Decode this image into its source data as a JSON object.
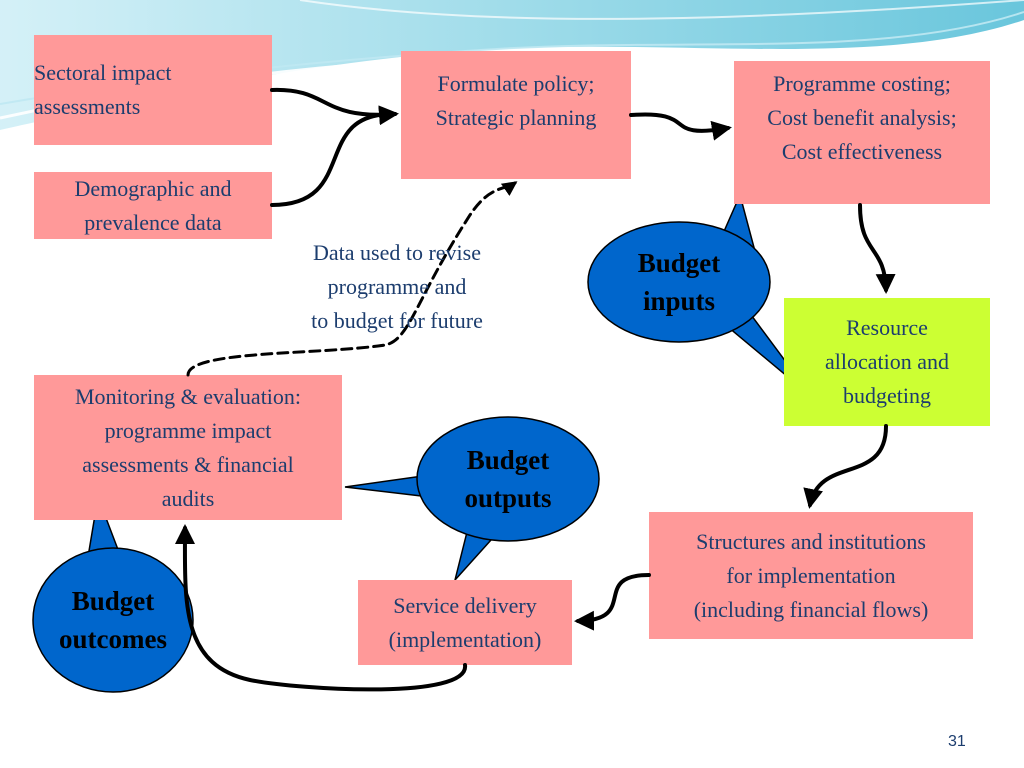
{
  "boxes": {
    "sectoral": "Sectoral impact\nassessments",
    "demographic": "Demographic and\nprevalence data",
    "formulate": "Formulate policy;\nStrategic planning",
    "costing": "Programme costing;\nCost benefit analysis;\nCost effectiveness",
    "resource": "Resource\nallocation and\nbudgeting",
    "structures": "Structures and institutions\nfor implementation\n(including financial flows)",
    "service": "Service delivery\n(implementation)",
    "monitoring": "Monitoring & evaluation:\nprogramme impact\nassessments &  financial\naudits"
  },
  "callouts": {
    "inputs": "Budget\ninputs",
    "outputs": "Budget\noutputs",
    "outcomes": "Budget\noutcomes"
  },
  "feedback_note": "Data used to revise\nprogramme and\nto budget for future",
  "slide_number": "31",
  "colors": {
    "box_fill": "#ff9999",
    "highlight_fill": "#ccff33",
    "callout_fill": "#0066cc",
    "text": "#1c3d6e",
    "wave": "#8fd6e6"
  }
}
